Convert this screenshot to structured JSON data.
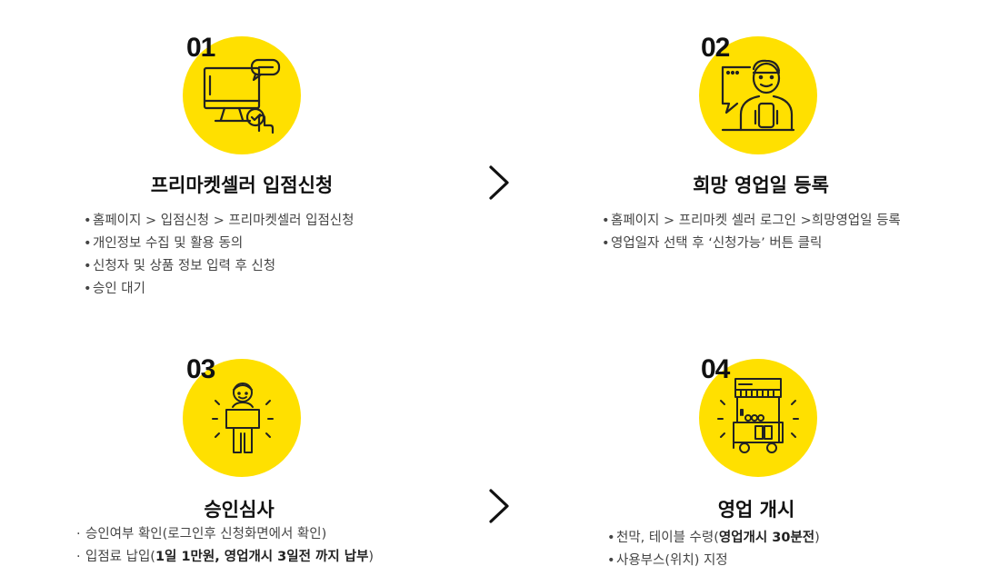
{
  "steps": [
    {
      "number": "01",
      "title": "프리마켓셀러 입점신청",
      "icon": "computer-apply-icon",
      "bullets": [
        "홈페이지 > 입점신청 > 프리마켓셀러 입점신청",
        "개인정보 수집 및 활용 동의",
        "신청자 및 상품 정보 입력 후 신청",
        "승인 대기"
      ]
    },
    {
      "number": "02",
      "title": "희망 영업일 등록",
      "icon": "seller-register-icon",
      "bullets": [
        "홈페이지 > 프리마켓 셀러 로그인 >희망영업일 등록",
        "영업일자 선택 후 ‘신청가능’ 버튼 클릭"
      ]
    },
    {
      "number": "03",
      "title": "승인심사",
      "icon": "person-holding-sign-icon",
      "bullets": [
        {
          "pre": "승인여부 확인(로그인후 신청화면에서  확인)",
          "bold": "",
          "post": ""
        },
        {
          "pre": "입점료 납입(",
          "bold": "1일 1만원, 영업개시 3일전 까지 납부",
          "post": ")"
        }
      ]
    },
    {
      "number": "04",
      "title": "영업 개시",
      "icon": "food-cart-icon",
      "bullets": [
        {
          "pre": "천막, 테이블 수령(",
          "bold": "영업개시 30분전",
          "post": ")"
        },
        {
          "pre": "사용부스(위치)  지정",
          "bold": "",
          "post": ""
        }
      ]
    }
  ],
  "bullet_dot": "•",
  "bullet_dot_small": "·",
  "colors": {
    "accent": "#FFE000",
    "text": "#222222",
    "muted": "#444444"
  }
}
